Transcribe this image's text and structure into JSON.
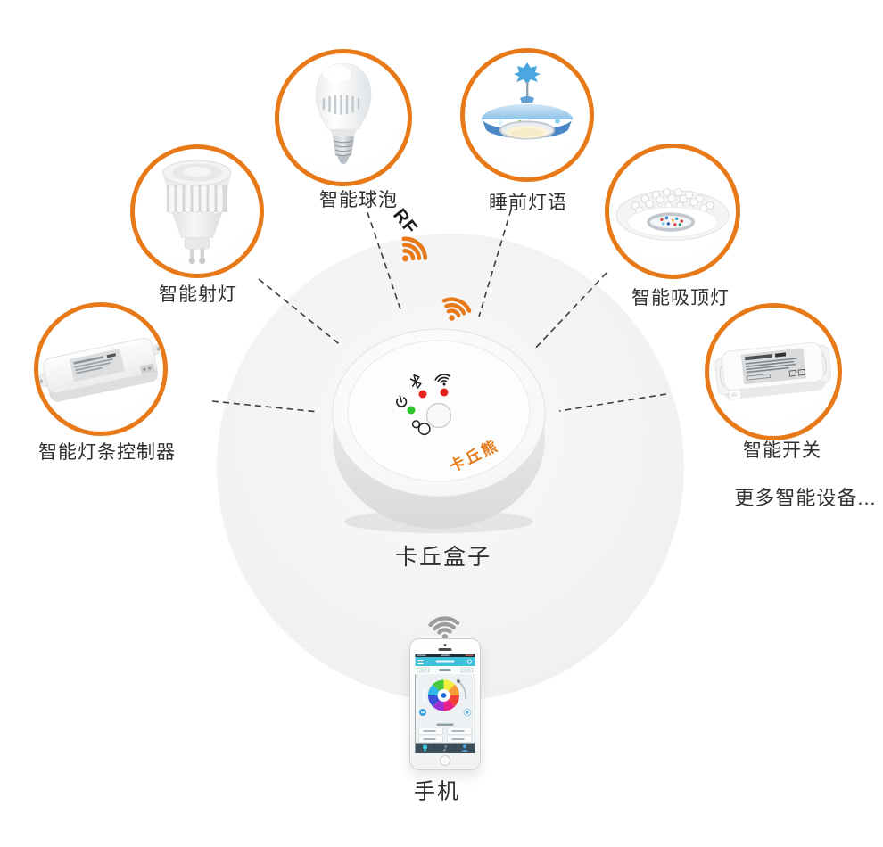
{
  "colors": {
    "accent_orange": "#e87918",
    "signal_gray": "#9c9c9c",
    "label": "#2f2f2f",
    "led_red": "#e3241c",
    "led_green": "#2ec62a"
  },
  "rf": {
    "label": "RF"
  },
  "hub": {
    "label": "卡丘盒子",
    "brand": "卡丘熊"
  },
  "devices": [
    {
      "key": "smart-bulb",
      "label": "智能球泡"
    },
    {
      "key": "bedtime-lamp",
      "label": "睡前灯语"
    },
    {
      "key": "smart-spotlight",
      "label": "智能射灯"
    },
    {
      "key": "smart-ceiling-light",
      "label": "智能吸顶灯"
    },
    {
      "key": "light-strip-controller",
      "label": "智能灯条控制器"
    },
    {
      "key": "smart-switch",
      "label": "智能开关"
    }
  ],
  "more_devices_label": "更多智能设备...",
  "phone": {
    "label": "手机"
  }
}
